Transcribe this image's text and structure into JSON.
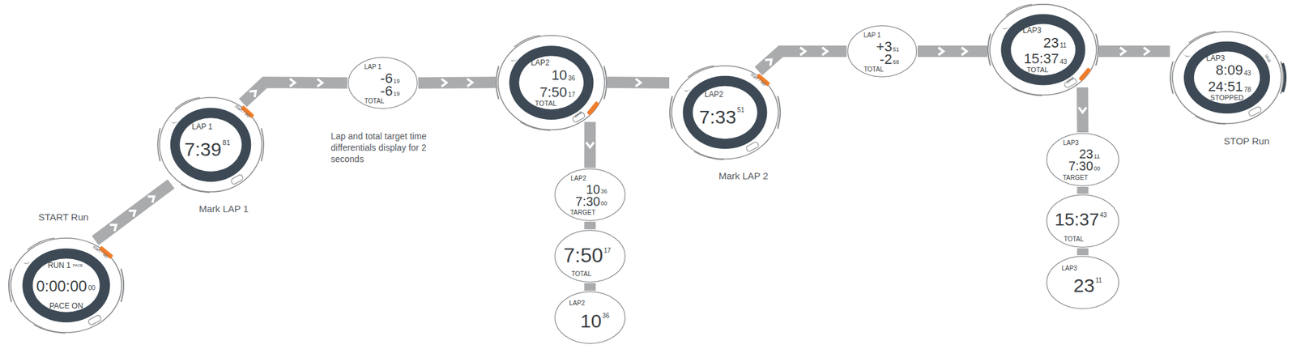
{
  "diagram": {
    "nodes": [
      {
        "text": [
          "RUN 1",
          "PACE",
          "0:00:00",
          "00",
          "PACE ON",
          "start / lap"
        ]
      },
      {
        "text": [
          "LAP 1",
          "7:39",
          "81",
          "start / lap"
        ]
      },
      {
        "text": [
          "LAP 1",
          "-6",
          "19",
          "-6",
          "19",
          "TOTAL"
        ]
      },
      {
        "text": [
          "LAP2",
          "10",
          "36",
          "7:50",
          "17",
          "TOTAL",
          "view"
        ]
      },
      {
        "text": [
          "LAP2",
          "10",
          "36",
          "7:30",
          "00",
          "TARGET"
        ]
      },
      {
        "text": [
          "7:50",
          "17",
          "TOTAL"
        ]
      },
      {
        "text": [
          "LAP2",
          "10",
          "36"
        ]
      },
      {
        "text": [
          "LAP2",
          "7:33",
          "51",
          "start / lap"
        ]
      },
      {
        "text": [
          "LAP 1",
          "+3",
          "51",
          "-2",
          "68",
          "TOTAL"
        ]
      },
      {
        "text": [
          "LAP3",
          "23",
          "11",
          "15:37",
          "43",
          "TOTAL",
          "view"
        ]
      },
      {
        "text": [
          "LAP3",
          "23",
          "11",
          "7:30",
          "00",
          "TARGET"
        ]
      },
      {
        "text": [
          "15:37",
          "43",
          "TOTAL"
        ]
      },
      {
        "text": [
          "LAP3",
          "23",
          "11"
        ]
      },
      {
        "text": [
          "LAP3",
          "8:09",
          "43",
          "24:51",
          "78",
          "STOPPED",
          "stop"
        ]
      }
    ],
    "edges": [
      {
        "from": 0,
        "to": 1,
        "arrow": "to"
      },
      {
        "from": 1,
        "to": 2,
        "arrow": "to"
      },
      {
        "from": 2,
        "to": 3,
        "arrow": "to"
      },
      {
        "from": 3,
        "to": 4,
        "arrow": "to"
      },
      {
        "from": 4,
        "to": 5,
        "arrow": "none"
      },
      {
        "from": 5,
        "to": 6,
        "arrow": "none"
      },
      {
        "from": 3,
        "to": 7,
        "arrow": "to"
      },
      {
        "from": 7,
        "to": 8,
        "arrow": "to"
      },
      {
        "from": 8,
        "to": 9,
        "arrow": "to"
      },
      {
        "from": 9,
        "to": 10,
        "arrow": "to"
      },
      {
        "from": 10,
        "to": 11,
        "arrow": "none"
      },
      {
        "from": 11,
        "to": 12,
        "arrow": "none"
      },
      {
        "from": 9,
        "to": 13,
        "arrow": "to"
      }
    ],
    "labels": [
      "START Run",
      "Mark LAP 1",
      "Lap and total target time differentials display for 2 seconds",
      "Mark LAP 2",
      "STOP Run"
    ]
  }
}
